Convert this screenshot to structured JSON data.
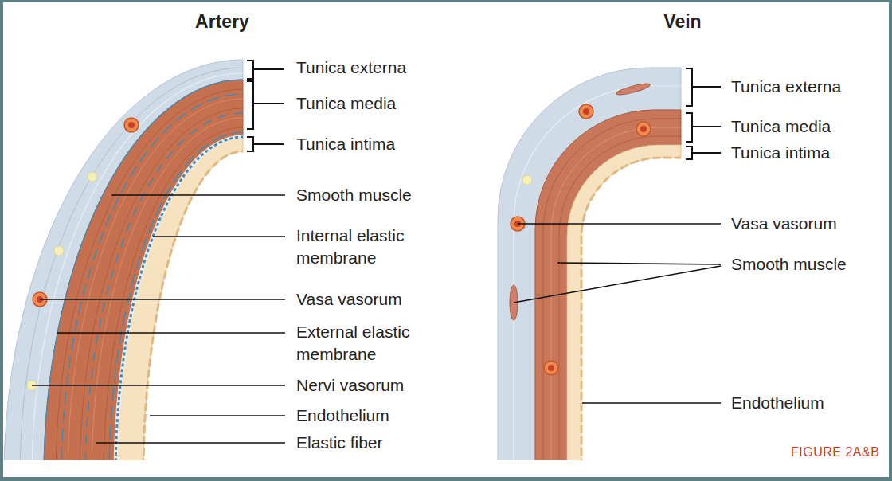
{
  "diagram": {
    "labels": [
      "Artery",
      "Vein",
      "Tunica externa",
      "Tunica media",
      "Tunica intima",
      "Smooth muscle",
      "Internal elastic membrane",
      "Vasa vasorum",
      "External elastic membrane",
      "Nervi vasorum",
      "Endothelium",
      "Elastic fiber",
      "Tunica externa",
      "Tunica media",
      "Tunica intima",
      "Vasa vasorum",
      "Smooth muscle",
      "Endothelium",
      "FIGURE 2A&B"
    ]
  }
}
